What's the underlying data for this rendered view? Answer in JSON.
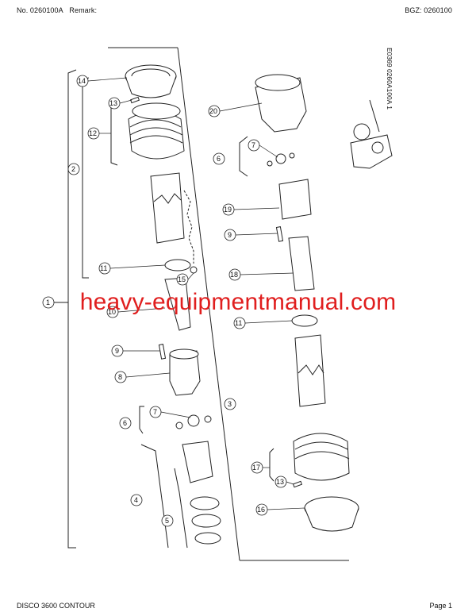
{
  "header": {
    "doc_no": "No. 0260100A",
    "remark_label": "Remark:",
    "bgz": "BGZ: 0260100"
  },
  "footer": {
    "model": "DISCO 3600 CONTOUR",
    "page": "Page 1"
  },
  "drawing": {
    "reference_code": "E0369 0260A100A 1",
    "watermark": "heavy-equipmentmanual.com",
    "watermark_color": "#e01e1e",
    "callouts": [
      "1",
      "2",
      "3",
      "4",
      "5",
      "6",
      "6",
      "7",
      "7",
      "8",
      "9",
      "9",
      "10",
      "11",
      "11",
      "12",
      "13",
      "13",
      "14",
      "15",
      "16",
      "17",
      "18",
      "19",
      "20"
    ]
  }
}
